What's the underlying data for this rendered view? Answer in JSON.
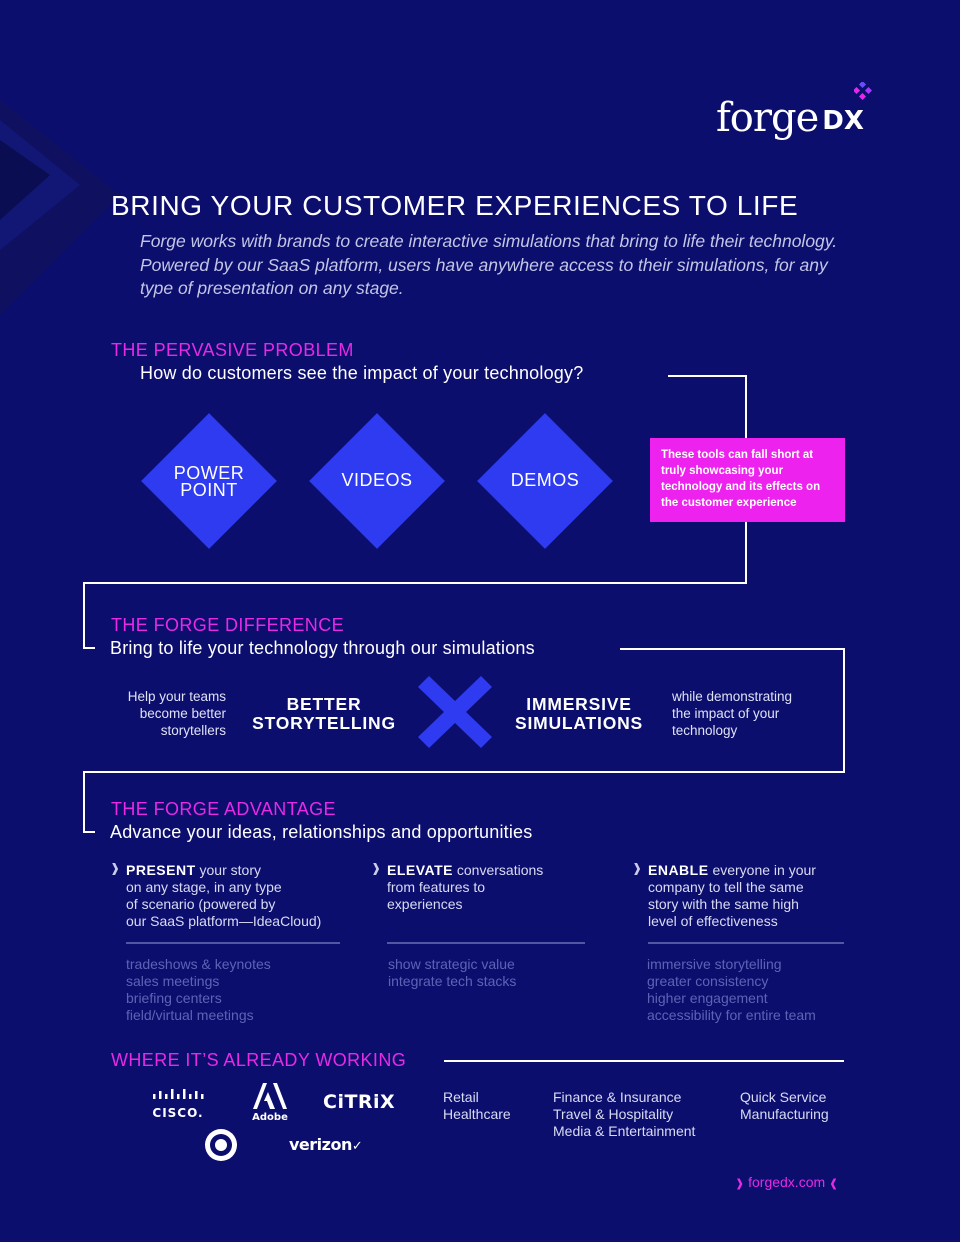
{
  "brand": {
    "wordmark": "forge",
    "suffix": "DX"
  },
  "headline": "BRING YOUR CUSTOMER EXPERIENCES TO LIFE",
  "intro": "Forge works with brands to create interactive simulations that bring to life their technology. Powered by our SaaS platform, users have anywhere access to their simulations, for any type of presentation on any stage.",
  "problem": {
    "title": "THE PERVASIVE PROBLEM",
    "subtitle": "How do customers see the impact of your technology?",
    "tools": [
      {
        "line1": "POWER",
        "line2": "POINT"
      },
      {
        "line1": "VIDEOS",
        "line2": ""
      },
      {
        "line1": "DEMOS",
        "line2": ""
      }
    ],
    "callout": "These tools can fall short at truly showcasing your technology and its effects on the customer experience"
  },
  "difference": {
    "title": "THE FORGE DIFFERENCE",
    "subtitle": "Bring to life your technology through our simulations",
    "left_note": [
      "Help your teams",
      "become better",
      "storytellers"
    ],
    "left_big": [
      "BETTER",
      "STORYTELLING"
    ],
    "right_big": [
      "IMMERSIVE",
      "SIMULATIONS"
    ],
    "right_note": [
      "while demonstrating",
      "the impact of your",
      "technology"
    ]
  },
  "advantage": {
    "title": "THE FORGE ADVANTAGE",
    "subtitle": "Advance your ideas, relationships and opportunities",
    "columns": [
      {
        "keyword": "PRESENT",
        "lines": [
          " your story",
          "on any stage, in any type",
          "of scenario  (powered by",
          "our SaaS platform—IdeaCloud)"
        ],
        "items": [
          "tradeshows & keynotes",
          "sales meetings",
          "briefing centers",
          "field/virtual meetings"
        ]
      },
      {
        "keyword": "ELEVATE",
        "lines": [
          " conversations",
          "from features to",
          "experiences",
          ""
        ],
        "items": [
          "show strategic value",
          "integrate tech stacks"
        ]
      },
      {
        "keyword": "ENABLE",
        "lines": [
          " everyone in your",
          "company to tell the same",
          "story with the same high",
          "level of effectiveness"
        ],
        "items": [
          "immersive storytelling",
          "greater consistency",
          "higher engagement",
          "accessibility for entire team"
        ]
      }
    ]
  },
  "working": {
    "title": "WHERE IT’S ALREADY WORKING",
    "logos": {
      "cisco": "CISCO.",
      "adobe": "Adobe",
      "citrix": "CiTRiX",
      "verizon": "verizon"
    },
    "industries": [
      [
        "Retail",
        "Healthcare"
      ],
      [
        "Finance & Insurance",
        "Travel & Hospitality",
        "Media & Entertainment"
      ],
      [
        "Quick Service",
        "Manufacturing"
      ]
    ]
  },
  "footer": {
    "url": "forgedx.com"
  },
  "colors": {
    "background": "#0c0e6e",
    "accent": "#e62ae6",
    "diamond": "#2e3bf0",
    "callout": "#ee22ee"
  }
}
